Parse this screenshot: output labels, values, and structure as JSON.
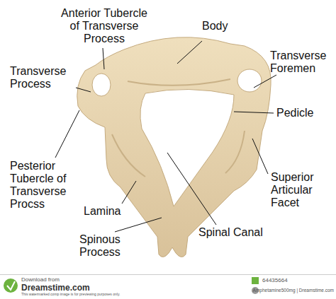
{
  "diagram": {
    "labels": [
      "Anterior Tubercle of Transverse Process",
      "Body",
      "Transverse Foremen",
      "Transverse Process",
      "Pedicle",
      "Pesterior Tubercle of Transverse Procss",
      "Superior Articular Facet",
      "Lamina",
      "Spinal Canal",
      "Spinous Process",
      "Download from",
      "Dreamstime.com",
      "This watermarked comp image is for previewing purposes only.",
      "64435664",
      "Amphetamine500mg | Dreamstime.com"
    ]
  }
}
